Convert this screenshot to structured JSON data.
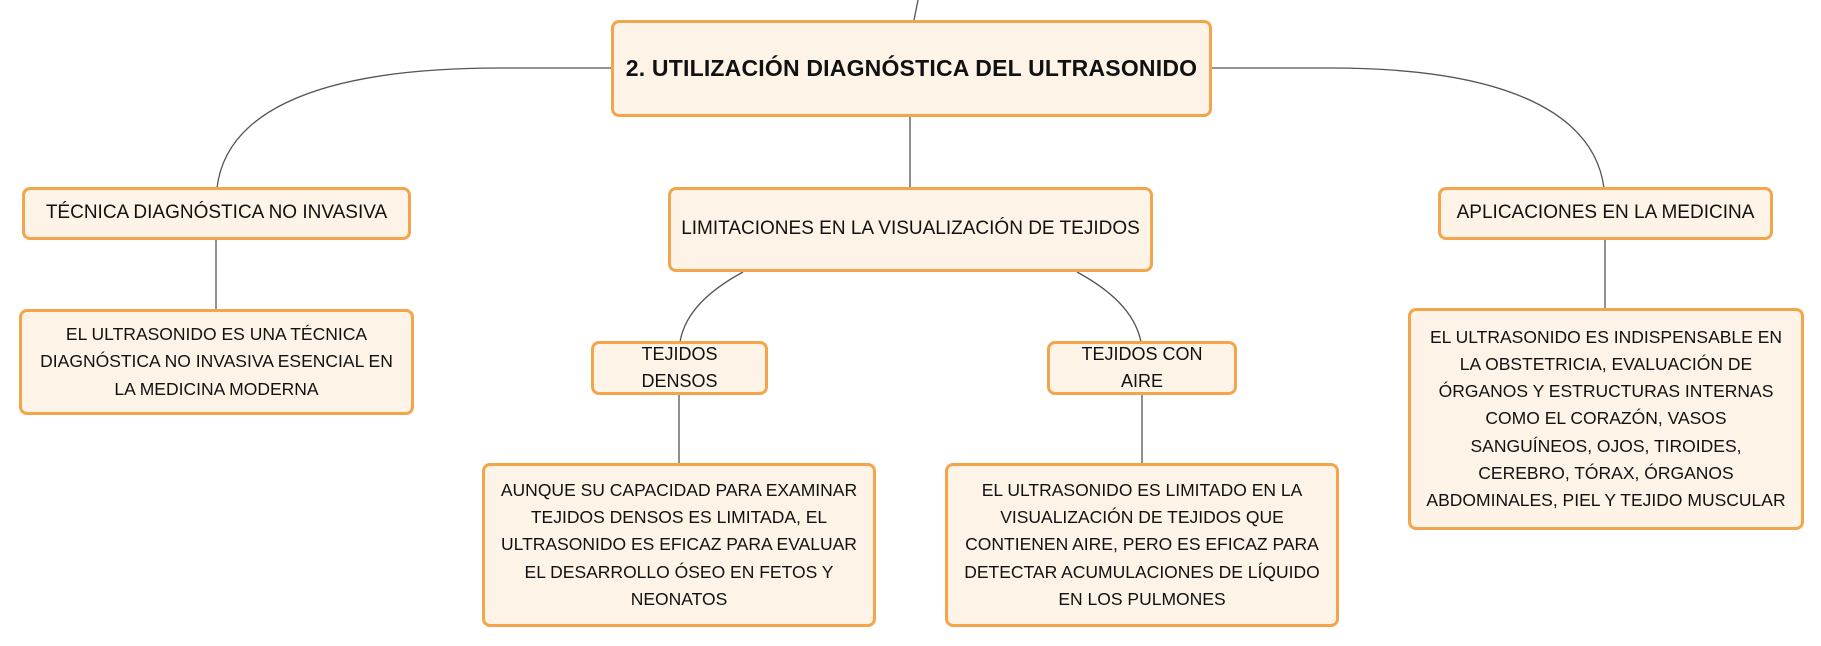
{
  "colors": {
    "node_fill": "#fdf3e6",
    "node_border": "#f2a54a",
    "connector": "#555555",
    "text": "#111111"
  },
  "root": {
    "label": "2. UTILIZACIÓN DIAGNÓSTICA DEL ULTRASONIDO"
  },
  "branches": {
    "tecnica": {
      "label": "TÉCNICA DIAGNÓSTICA NO INVASIVA",
      "detail": "EL ULTRASONIDO ES UNA TÉCNICA DIAGNÓSTICA NO INVASIVA ESENCIAL EN LA MEDICINA MODERNA"
    },
    "limitaciones": {
      "label": "LIMITACIONES EN LA VISUALIZACIÓN DE TEJIDOS",
      "densos": {
        "label": "TEJIDOS DENSOS",
        "detail": "AUNQUE SU CAPACIDAD PARA EXAMINAR TEJIDOS DENSOS ES LIMITADA, EL ULTRASONIDO ES EFICAZ PARA EVALUAR EL DESARROLLO ÓSEO EN FETOS Y NEONATOS"
      },
      "aire": {
        "label": "TEJIDOS CON AIRE",
        "detail": "EL ULTRASONIDO ES LIMITADO EN LA VISUALIZACIÓN DE TEJIDOS QUE CONTIENEN AIRE, PERO ES EFICAZ PARA DETECTAR ACUMULACIONES DE LÍQUIDO EN LOS PULMONES"
      }
    },
    "aplicaciones": {
      "label": "APLICACIONES EN LA MEDICINA",
      "detail": "EL ULTRASONIDO ES INDISPENSABLE EN LA OBSTETRICIA, EVALUACIÓN DE ÓRGANOS Y ESTRUCTURAS INTERNAS COMO EL CORAZÓN, VASOS SANGUÍNEOS, OJOS, TIROIDES, CEREBRO, TÓRAX, ÓRGANOS ABDOMINALES, PIEL Y TEJIDO MUSCULAR"
    }
  }
}
